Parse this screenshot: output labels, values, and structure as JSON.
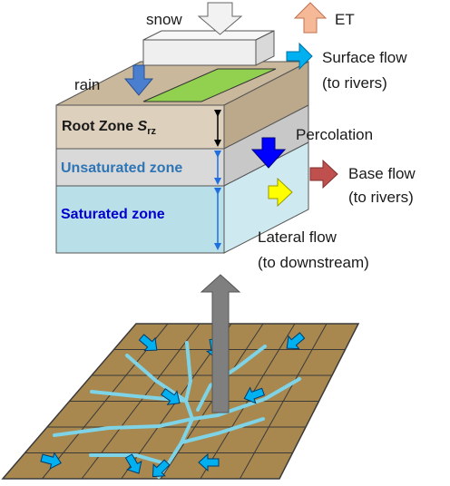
{
  "labels": {
    "snow": "snow",
    "et": "ET",
    "rain": "rain",
    "surface_flow_line1": "Surface flow",
    "surface_flow_line2": "(to rivers)",
    "root_zone": "Root Zone ",
    "root_zone_symbol": "S",
    "root_zone_subscript": "rz",
    "percolation": "Percolation",
    "unsaturated_zone": "Unsaturated zone",
    "saturated_zone": "Saturated zone",
    "base_flow_line1": "Base flow",
    "base_flow_line2": "(to rivers)",
    "lateral_flow_line1": "Lateral flow",
    "lateral_flow_line2": "(to downstream)"
  },
  "colors": {
    "root_zone_fill": "#ddd0bd",
    "root_zone_front": "#cbb99e",
    "unsaturated_fill": "#d9d9d9",
    "saturated_fill": "#b9dfe8",
    "saturated_front": "#8fc8d8",
    "ground_top": "#c9b89c",
    "snow_box": "#efefef",
    "green_field": "#92d050",
    "rain_arrow": "#4a7fd0",
    "et_arrow": "#f6b998",
    "surface_flow_arrow": "#00b0f0",
    "percolation_arrow": "#0000ff",
    "lateral_flow_arrow": "#ffff00",
    "base_flow_arrow": "#c0504d",
    "depth_arrow": "#000000",
    "zone_depth_arrow": "#1f6fe0",
    "unsaturated_text": "#2e75b6",
    "saturated_text": "#0000cc",
    "grid_fill": "#a8884f",
    "grid_line": "#3a3a3a",
    "river_lines": "#7fd3e6",
    "grid_arrows": "#00b0f0",
    "upward_arrow": "#7f7f7f"
  },
  "icons": [
    "snow-arrow-icon",
    "et-arrow-icon",
    "rain-arrow-icon",
    "surface-flow-arrow-icon",
    "percolation-arrow-icon",
    "lateral-flow-arrow-icon",
    "base-flow-arrow-icon",
    "upward-aggregation-arrow-icon"
  ]
}
